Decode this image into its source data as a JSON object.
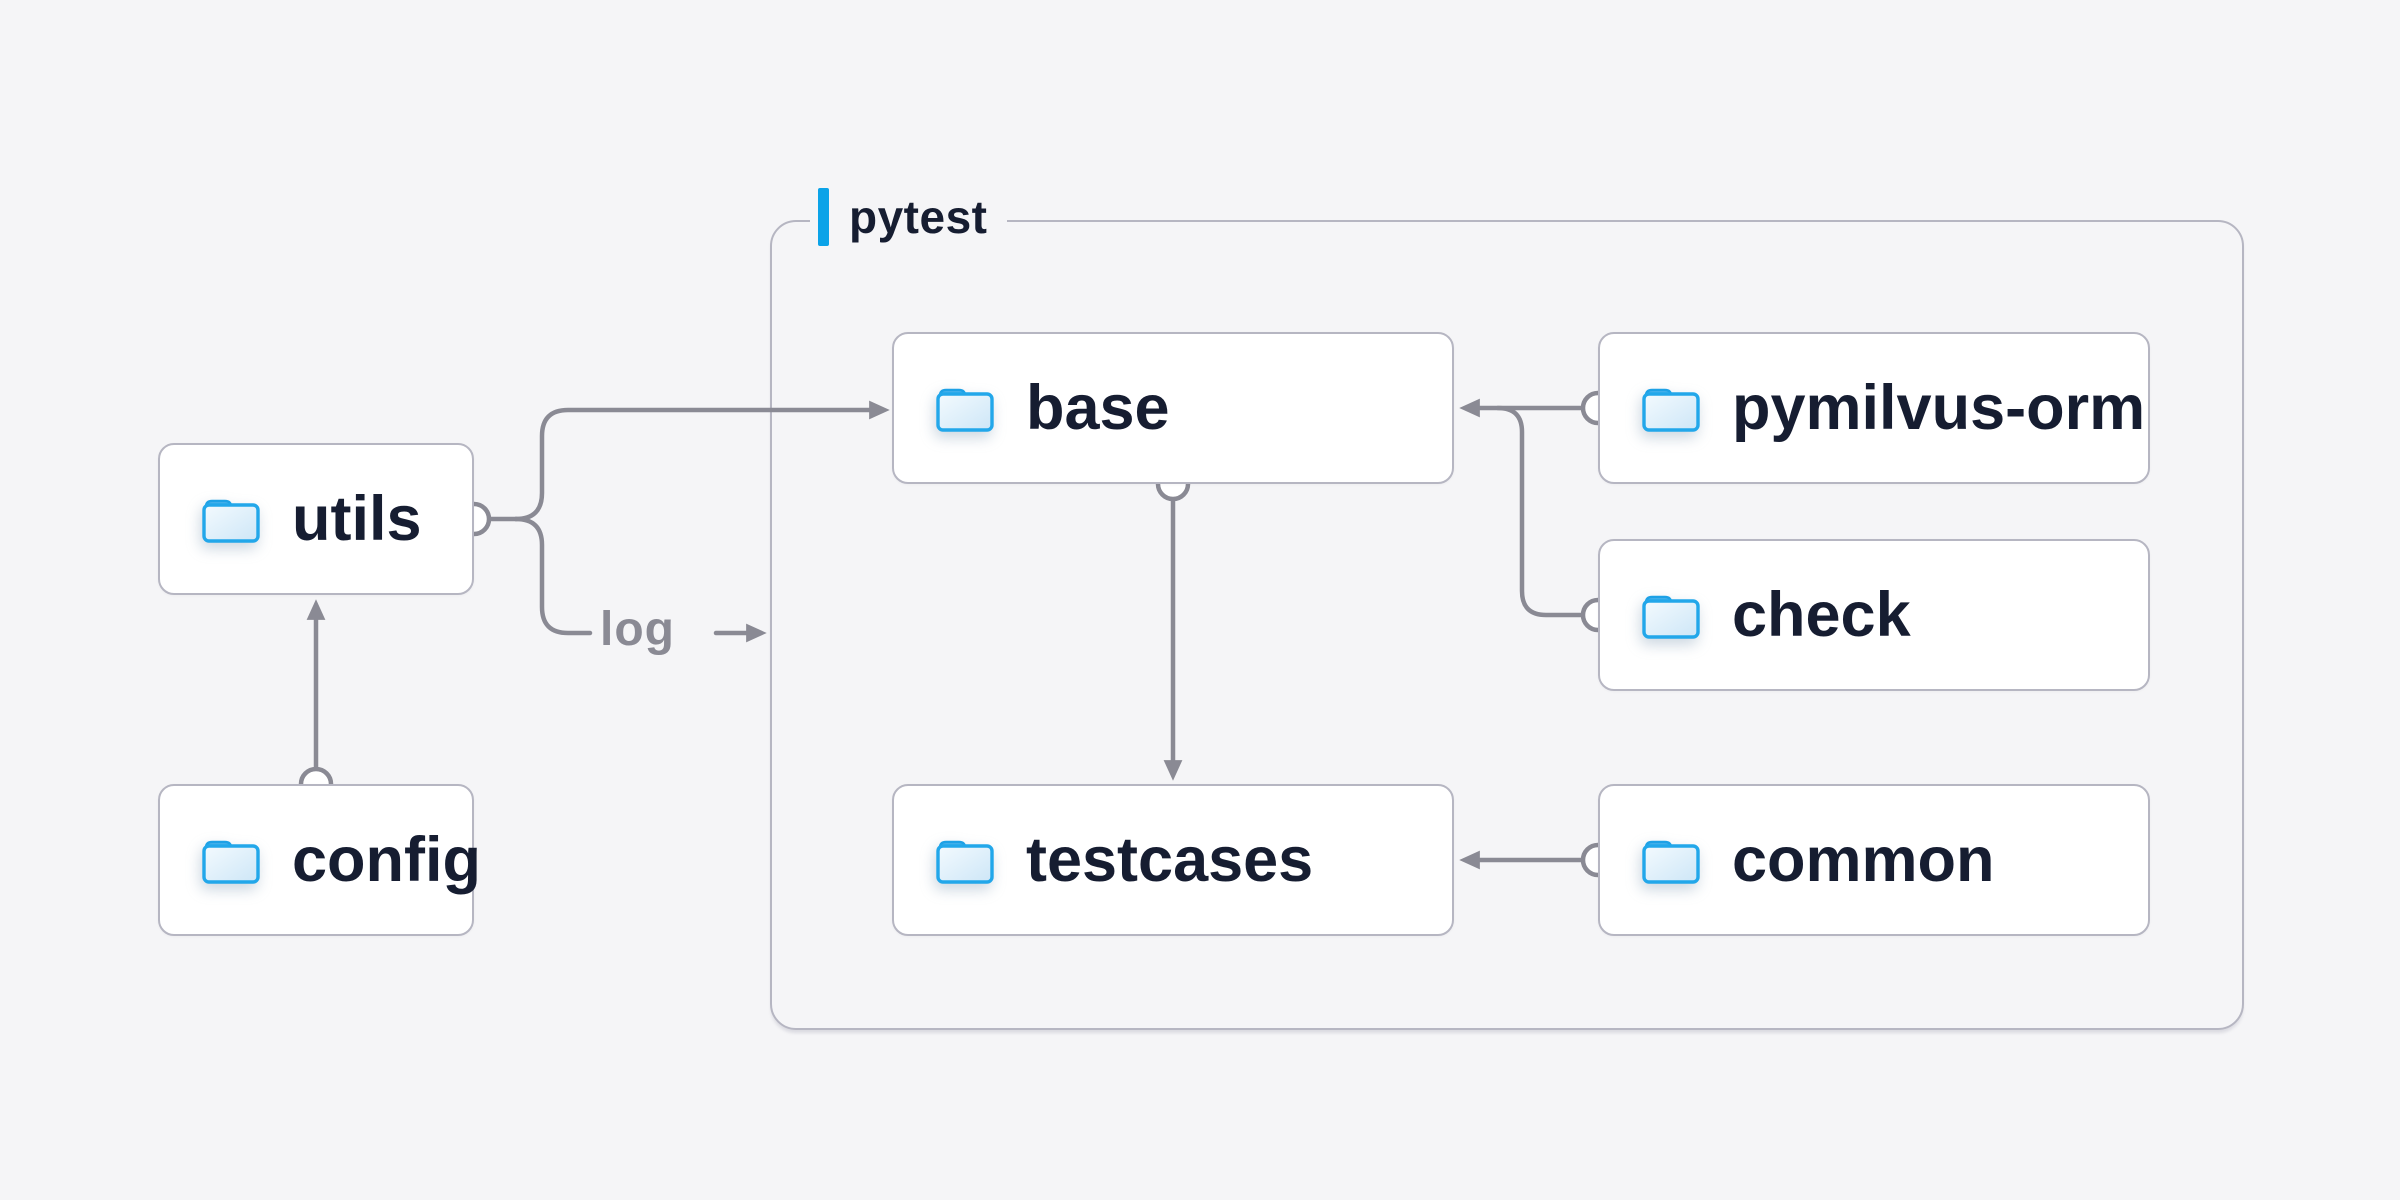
{
  "diagram": {
    "container_label": "pytest",
    "nodes": {
      "utils": {
        "label": "utils"
      },
      "config": {
        "label": "config"
      },
      "base": {
        "label": "base"
      },
      "testcases": {
        "label": "testcases"
      },
      "pymilvus_orm": {
        "label": "pymilvus-orm"
      },
      "check": {
        "label": "check"
      },
      "common": {
        "label": "common"
      }
    },
    "edges": [
      {
        "from": "config",
        "to": "utils",
        "label": ""
      },
      {
        "from": "utils",
        "to": "base",
        "label": ""
      },
      {
        "from": "utils",
        "to": "pytest",
        "label": "log"
      },
      {
        "from": "pymilvus_orm",
        "to": "base",
        "label": ""
      },
      {
        "from": "check",
        "to": "base",
        "label": ""
      },
      {
        "from": "base",
        "to": "testcases",
        "label": ""
      },
      {
        "from": "common",
        "to": "testcases",
        "label": ""
      }
    ],
    "colors": {
      "page_bg": "#f5f5f7",
      "text_dark": "#161d31",
      "line_gray": "#8a8a94",
      "border_gray": "#b6b6c2",
      "accent_blue": "#0ba3e8",
      "folder_blue": "#22a7ea"
    }
  }
}
